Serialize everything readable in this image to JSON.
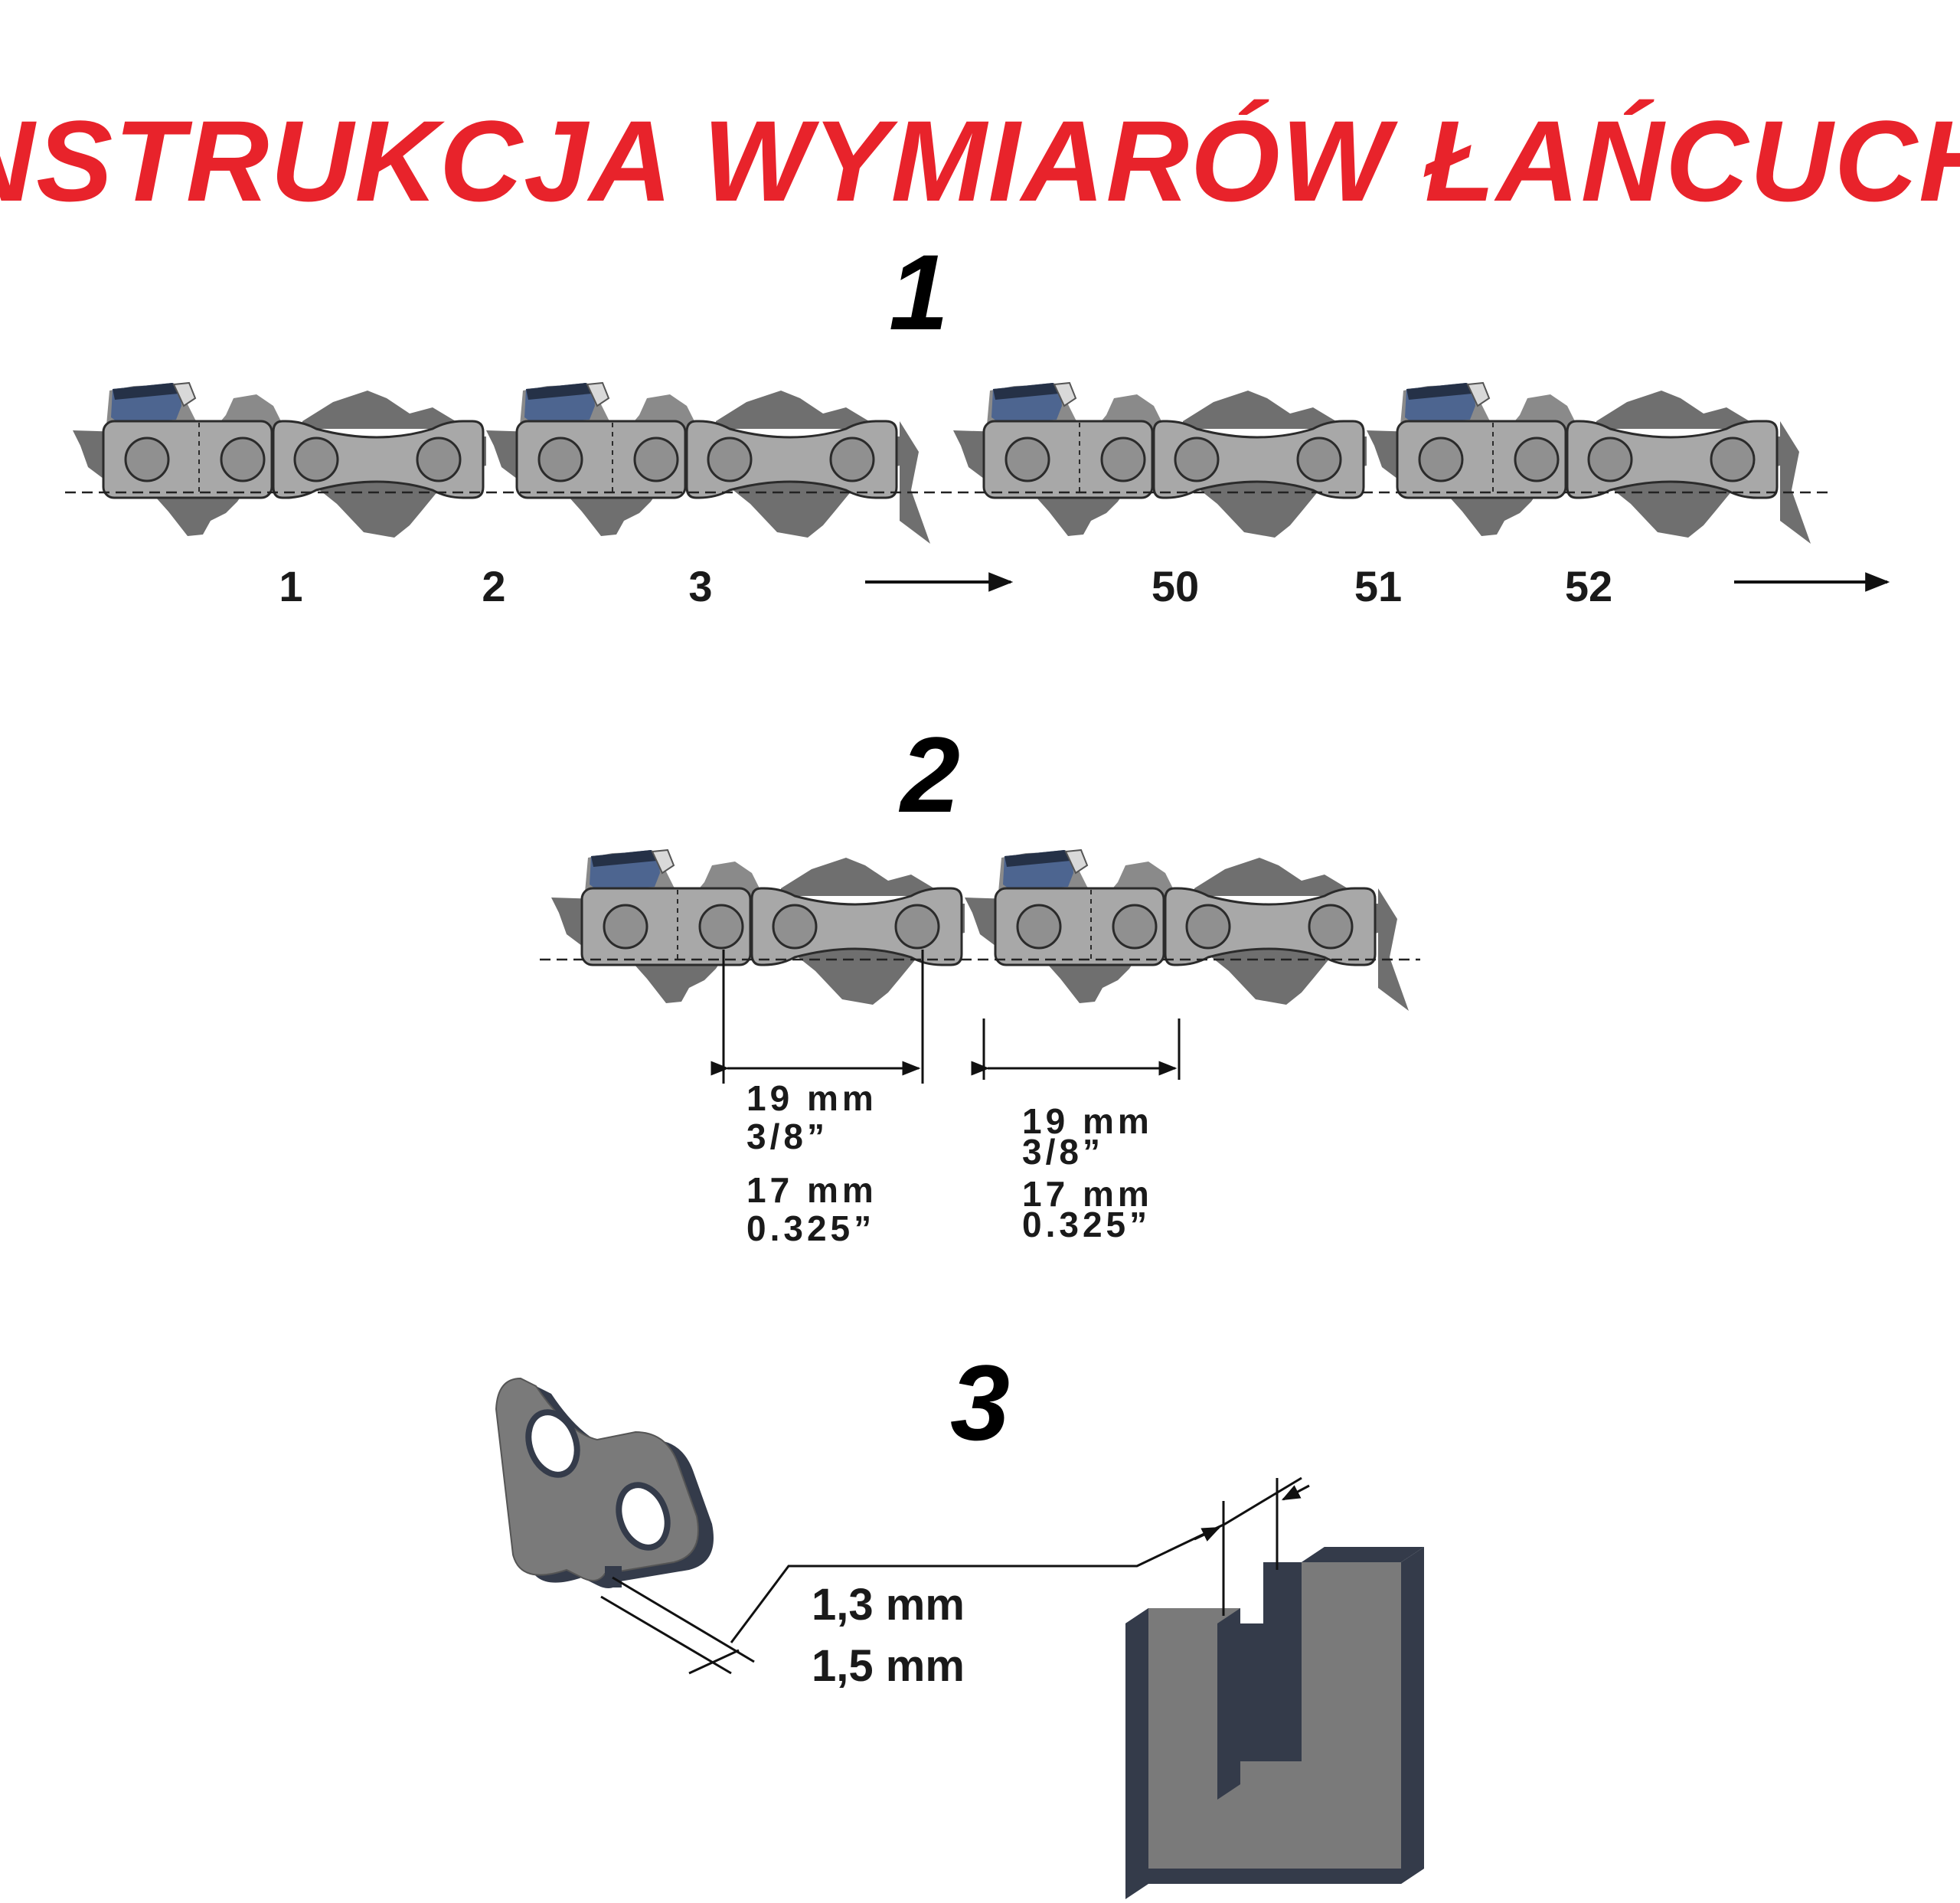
{
  "title": "INSTRUKCJA WYMIARÓW ŁAŃCUCHA",
  "colors": {
    "title": "#e8232b",
    "chain_dark": "#6f6f6f",
    "chain_light": "#a8a8a8",
    "rivet": "#909090",
    "cutter_blue": "#4d6590",
    "cutter_navy": "#253147",
    "block_face": "#7a7a7a",
    "block_side": "#343b4a"
  },
  "section1": {
    "number": "1",
    "link_labels": [
      "1",
      "2",
      "3",
      "50",
      "51",
      "52"
    ]
  },
  "section2": {
    "number": "2",
    "pitch_left": {
      "line1": "19 mm",
      "line2": "3/8”",
      "line3": "17 mm",
      "line4": "0.325”"
    },
    "pitch_right": {
      "line1": "19 mm",
      "line2": "3/8”",
      "line3": "17 mm",
      "line4": "0.325”"
    }
  },
  "section3": {
    "number": "3",
    "gauge_line1": "1,3 mm",
    "gauge_line2": "1,5 mm"
  }
}
